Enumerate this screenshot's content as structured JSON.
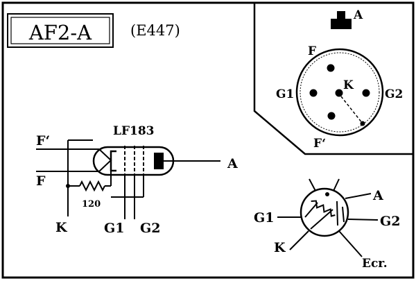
{
  "header": {
    "type_name": "AF2-A",
    "alt_name": "(E447)"
  },
  "socket_view": {
    "anode_label": "A",
    "pin_labels": {
      "f_top": "F",
      "k": "K",
      "g1": "G1",
      "g2": "G2",
      "f_bottom": "F‘"
    }
  },
  "schematic": {
    "tube_label": "LF183",
    "resistor_value": "120",
    "labels": {
      "f_prime": "F‘",
      "f": "F",
      "k": "K",
      "g1": "G1",
      "g2": "G2",
      "a": "A"
    }
  },
  "base_view": {
    "labels": {
      "a": "A",
      "g1": "G1",
      "g2": "G2",
      "k": "K",
      "ecr": "Ecr."
    }
  }
}
